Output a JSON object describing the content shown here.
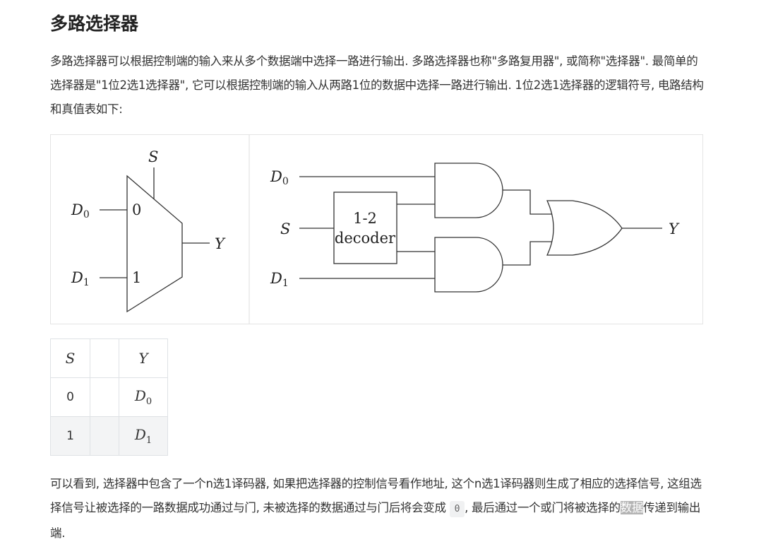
{
  "heading": "多路选择器",
  "intro": "多路选择器可以根据控制端的输入来从多个数据端中选择一路进行输出. 多路选择器也称\"多路复用器\", 或简称\"选择器\". 最简单的选择器是\"1位2选1选择器\", 它可以根据控制端的输入从两路1位的数据中选择一路进行输出. 1位2选1选择器的逻辑符号, 电路结构和真值表如下:",
  "figure": {
    "mux": {
      "select": "S",
      "in0_label": "D",
      "in0_sub": "0",
      "in1_label": "D",
      "in1_sub": "1",
      "port0": "0",
      "port1": "1",
      "output": "Y"
    },
    "circuit": {
      "d0": "D",
      "d0_sub": "0",
      "s": "S",
      "d1": "D",
      "d1_sub": "1",
      "decoder_line1": "1-2",
      "decoder_line2": "decoder",
      "output": "Y"
    }
  },
  "truth_table": {
    "headers": [
      "S",
      "",
      "Y"
    ],
    "rows": [
      {
        "s": "0",
        "y": "D",
        "y_sub": "0"
      },
      {
        "s": "1",
        "y": "D",
        "y_sub": "1"
      }
    ]
  },
  "conclusion": {
    "before": "可以看到, 选择器中包含了一个n选1译码器, 如果把选择器的控制信号看作地址, 这个n选1译码器则生成了相应的选择信号, 这组选择信号让被选择的一路数据成功通过与门, 未被选择的数据通过与门后将会变成 ",
    "code": "0",
    "middle": ", 最后通过一个或门将被选择的",
    "highlight": "数据",
    "after": "传递到输出端."
  }
}
